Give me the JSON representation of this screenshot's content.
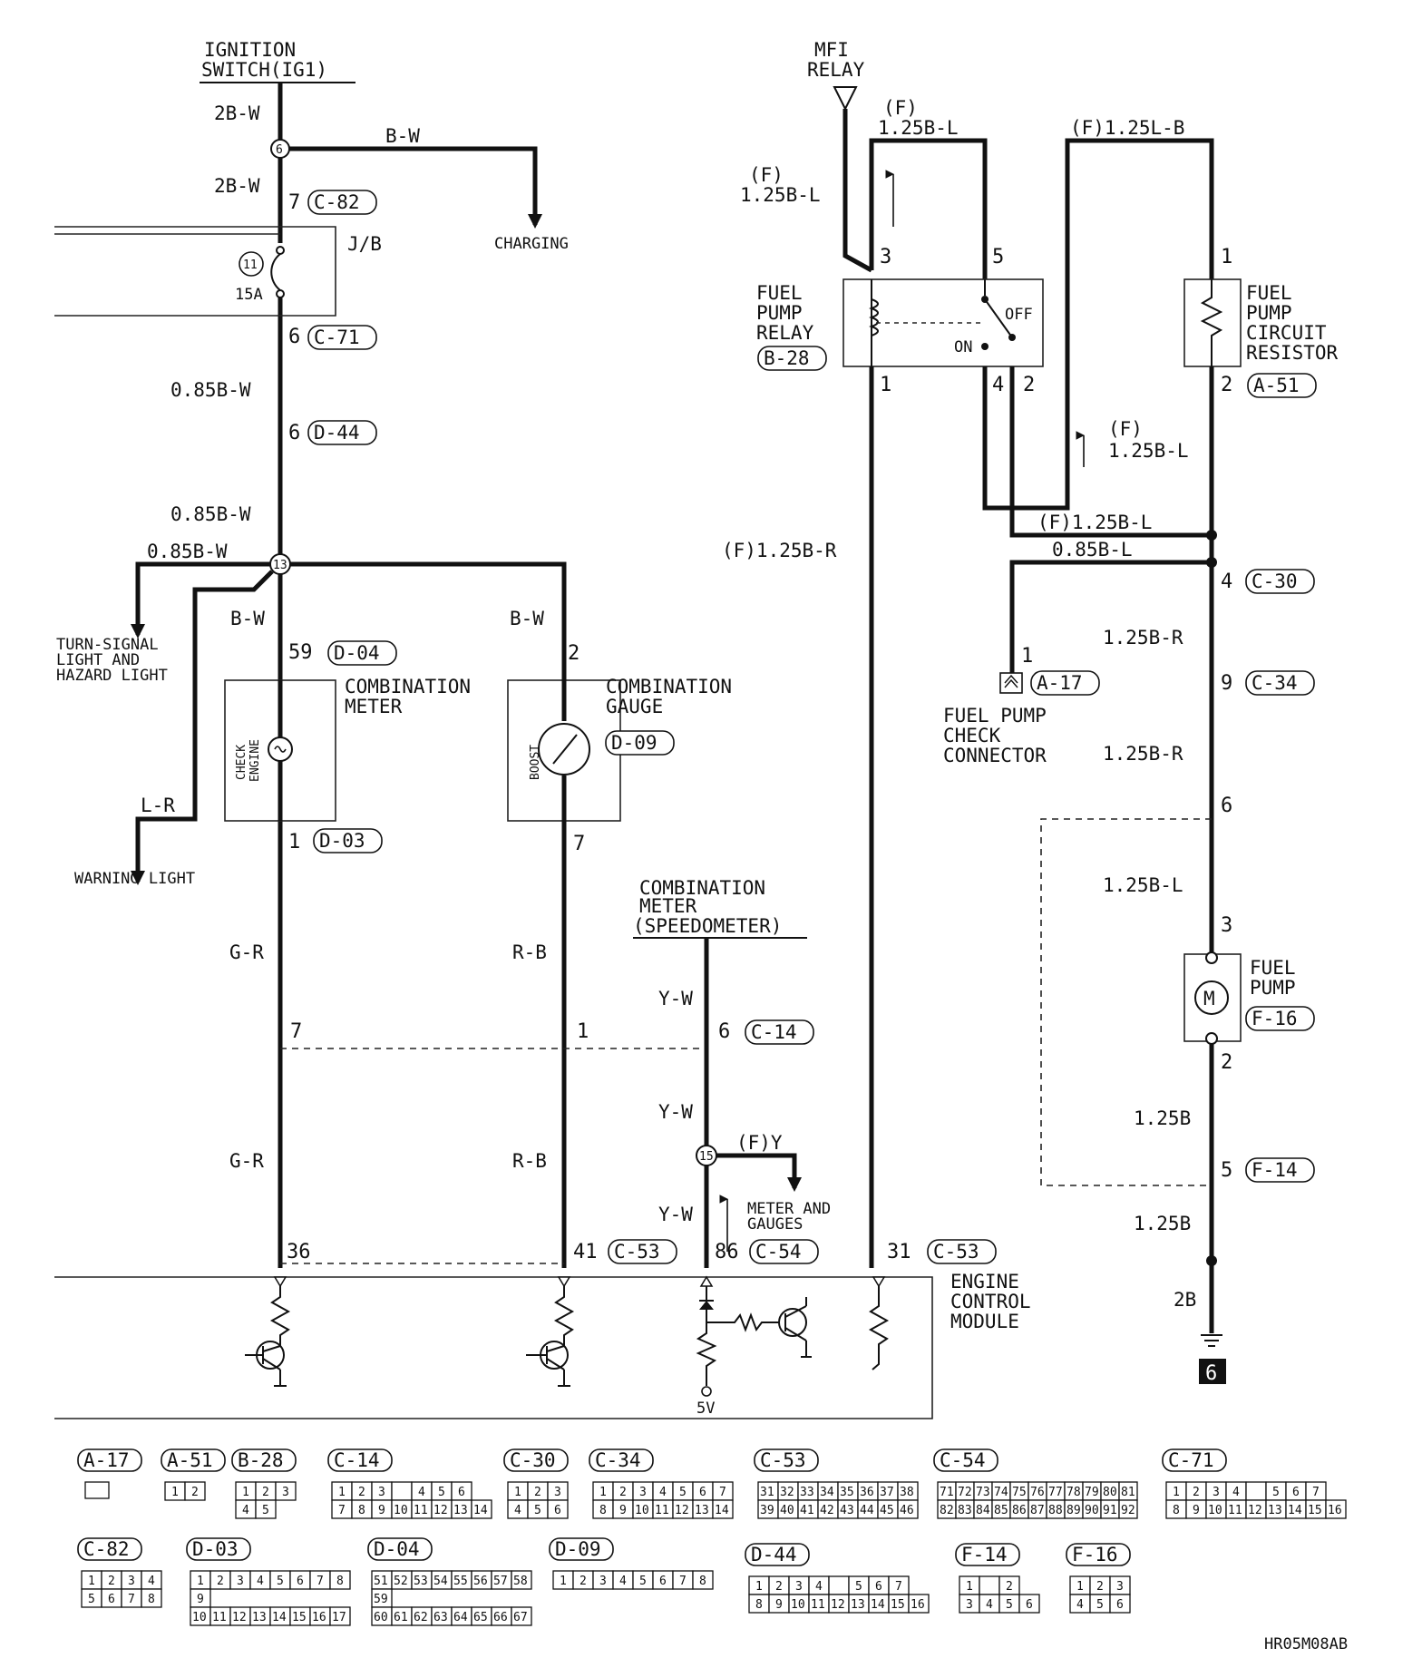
{
  "labels": {
    "ignition_1": "IGNITION",
    "ignition_2": "SWITCH(IG1)",
    "mfi_1": "MFI",
    "mfi_2": "RELAY",
    "jb": "J/B",
    "fuse_no": "11",
    "fuse_amp": "15A",
    "charging": "CHARGING",
    "turn_1": "TURN-SIGNAL",
    "turn_2": "LIGHT AND",
    "turn_3": "HAZARD LIGHT",
    "warning": "WARNING LIGHT",
    "cm_1": "COMBINATION",
    "cm_2": "METER",
    "cg_1": "COMBINATION",
    "cg_2": "GAUGE",
    "check_1": "CHECK",
    "check_2": "ENGINE",
    "boost": "BOOST",
    "cms_1": "COMBINATION",
    "cms_2": "METER",
    "cms_3": "(SPEEDOMETER)",
    "meter_1": "METER AND",
    "meter_2": "GAUGES",
    "fpr_1": "FUEL",
    "fpr_2": "PUMP",
    "fpr_3": "RELAY",
    "fpcr_1": "FUEL",
    "fpcr_2": "PUMP",
    "fpcr_3": "CIRCUIT",
    "fpcr_4": "RESISTOR",
    "fpc_1": "FUEL PUMP",
    "fpc_2": "CHECK",
    "fpc_3": "CONNECTOR",
    "fp_1": "FUEL",
    "fp_2": "PUMP",
    "ecm_1": "ENGINE",
    "ecm_2": "CONTROL",
    "ecm_3": "MODULE",
    "off": "OFF",
    "on": "ON",
    "v5": "5V",
    "ground": "6",
    "code": "HR05M08AB",
    "junction_6": "6",
    "junction_13": "13",
    "junction_15": "15"
  },
  "wires": {
    "w_2bw": "2B-W",
    "w_bw": "B-W",
    "w_085bw": "0.85B-W",
    "w_lr": "L-R",
    "w_gr": "G-R",
    "w_rb": "R-B",
    "w_yw": "Y-W",
    "w_fy": "(F)Y",
    "w_f": "(F)",
    "w_125bl": "1.25B-L",
    "w_f125br": "(F)1.25B-R",
    "w_f125lb": "(F)1.25L-B",
    "w_f125bl": "(F)1.25B-L",
    "w_085bl": "0.85B-L",
    "w_125br": "1.25B-R",
    "w_125b": "1.25B",
    "w_2b": "2B"
  },
  "connectors_inline": {
    "c82": "C-82",
    "c71": "C-71",
    "d44": "D-44",
    "d04": "D-04",
    "d09": "D-09",
    "d03": "D-03",
    "c14": "C-14",
    "c53": "C-53",
    "c54": "C-54",
    "b28": "B-28",
    "a51": "A-51",
    "c30": "C-30",
    "a17": "A-17",
    "c34": "C-34",
    "f16": "F-16",
    "f14": "F-14"
  },
  "pins": {
    "p7": "7",
    "p6": "6",
    "p59": "59",
    "p2": "2",
    "p1": "1",
    "p36": "36",
    "p41": "41",
    "p86": "86",
    "p31": "31",
    "p3": "3",
    "p5": "5",
    "p4": "4",
    "p9": "9"
  },
  "connector_diagrams": [
    {
      "name": "A-17",
      "rows": []
    },
    {
      "name": "A-51",
      "rows": [
        [
          "1",
          "2"
        ]
      ]
    },
    {
      "name": "B-28",
      "rows": [
        [
          "1",
          "2",
          "3"
        ],
        [
          "4",
          "5"
        ]
      ]
    },
    {
      "name": "C-14",
      "rows": [
        [
          "1",
          "2",
          "3",
          "",
          "4",
          "5",
          "6"
        ],
        [
          "7",
          "8",
          "9",
          "10",
          "11",
          "12",
          "13",
          "14"
        ]
      ]
    },
    {
      "name": "C-30",
      "rows": [
        [
          "1",
          "2",
          "3"
        ],
        [
          "4",
          "5",
          "6"
        ]
      ]
    },
    {
      "name": "C-34",
      "rows": [
        [
          "1",
          "2",
          "3",
          "4",
          "5",
          "6",
          "7"
        ],
        [
          "8",
          "9",
          "10",
          "11",
          "12",
          "13",
          "14"
        ]
      ]
    },
    {
      "name": "C-53",
      "rows": [
        [
          "31",
          "32",
          "33",
          "34",
          "35",
          "36",
          "37",
          "38"
        ],
        [
          "39",
          "40",
          "41",
          "42",
          "43",
          "44",
          "45",
          "46"
        ]
      ]
    },
    {
      "name": "C-54",
      "rows": [
        [
          "71",
          "72",
          "73",
          "74",
          "75",
          "76",
          "77",
          "78",
          "79",
          "80",
          "81"
        ],
        [
          "82",
          "83",
          "84",
          "85",
          "86",
          "87",
          "88",
          "89",
          "90",
          "91",
          "92"
        ]
      ]
    },
    {
      "name": "C-71",
      "rows": [
        [
          "1",
          "2",
          "3",
          "4",
          "",
          "5",
          "6",
          "7"
        ],
        [
          "8",
          "9",
          "10",
          "11",
          "12",
          "13",
          "14",
          "15",
          "16"
        ]
      ]
    },
    {
      "name": "C-82",
      "rows": [
        [
          "1",
          "2",
          "3",
          "4"
        ],
        [
          "5",
          "6",
          "7",
          "8"
        ]
      ]
    },
    {
      "name": "D-03",
      "rows": [
        [
          "1",
          "2",
          "3",
          "4",
          "5",
          "6",
          "7",
          "8"
        ],
        [
          "9"
        ],
        [
          "10",
          "11",
          "12",
          "13",
          "14",
          "15",
          "16",
          "17"
        ]
      ]
    },
    {
      "name": "D-04",
      "rows": [
        [
          "51",
          "52",
          "53",
          "54",
          "55",
          "56",
          "57",
          "58"
        ],
        [
          "59"
        ],
        [
          "60",
          "61",
          "62",
          "63",
          "64",
          "65",
          "66",
          "67"
        ]
      ]
    },
    {
      "name": "D-09",
      "rows": [
        [
          "1",
          "2",
          "3",
          "4",
          "5",
          "6",
          "7",
          "8"
        ]
      ]
    },
    {
      "name": "D-44",
      "rows": [
        [
          "1",
          "2",
          "3",
          "4",
          "",
          "5",
          "6",
          "7"
        ],
        [
          "8",
          "9",
          "10",
          "11",
          "12",
          "13",
          "14",
          "15",
          "16"
        ]
      ]
    },
    {
      "name": "F-14",
      "rows": [
        [
          "1",
          "",
          "2"
        ],
        [
          "3",
          "4",
          "5",
          "6"
        ]
      ]
    },
    {
      "name": "F-16",
      "rows": [
        [
          "1",
          "2",
          "3"
        ],
        [
          "4",
          "5",
          "6"
        ]
      ]
    }
  ]
}
